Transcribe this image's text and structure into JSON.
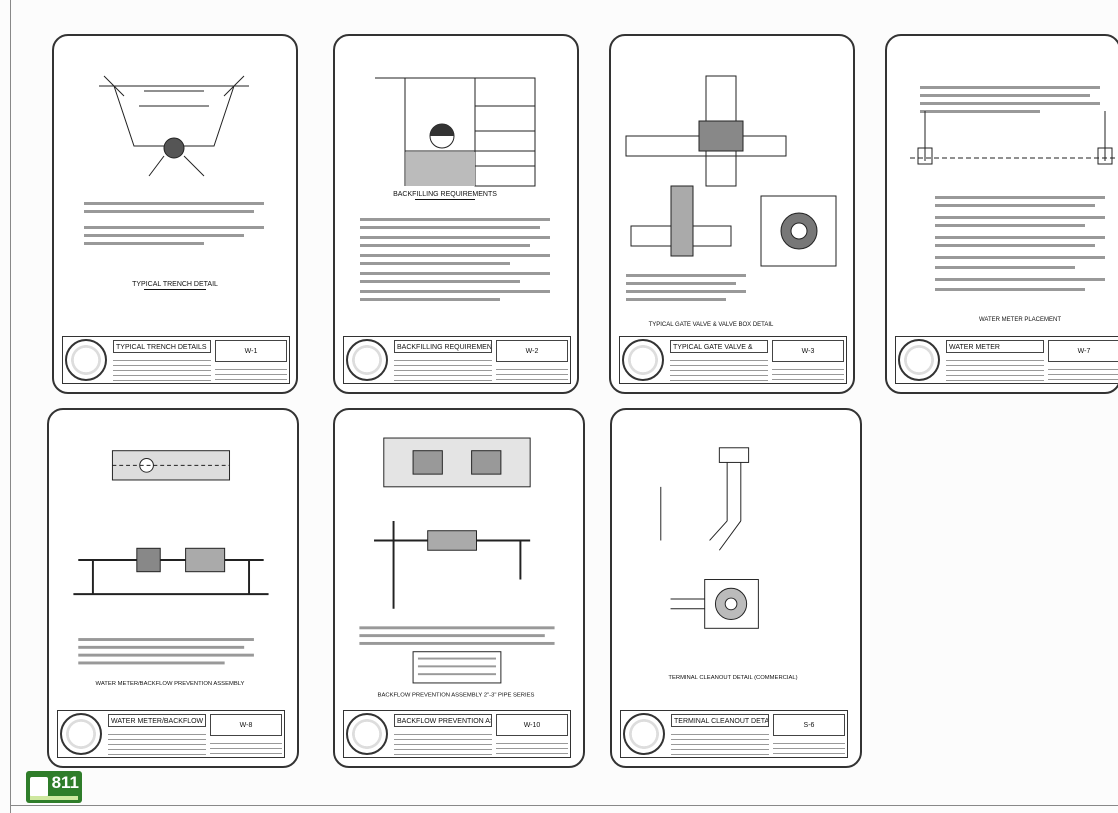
{
  "sheets": [
    {
      "title": "TYPICAL TRENCH DETAILS",
      "number": "W-1",
      "caption": "TYPICAL TRENCH DETAIL"
    },
    {
      "title": "BACKFILLING REQUIREMENTS",
      "number": "W-2",
      "caption": "BACKFILLING REQUIREMENTS"
    },
    {
      "title": "TYPICAL GATE VALVE &",
      "number": "W-3",
      "caption": "TYPICAL GATE VALVE & VALVE BOX DETAIL"
    },
    {
      "title": "WATER METER",
      "number": "W-7",
      "caption": "WATER METER PLACEMENT"
    },
    {
      "title": "WATER METER/BACKFLOW PREVENTER",
      "number": "W-8",
      "caption": "WATER METER/BACKFLOW PREVENTION ASSEMBLY"
    },
    {
      "title": "BACKFLOW PREVENTION ASSEMBLY",
      "number": "W-10",
      "caption": "BACKFLOW PREVENTION ASSEMBLY 2\"-3\" PIPE SERIES"
    },
    {
      "title": "TERMINAL CLEANOUT DETAIL",
      "number": "S-6",
      "caption": "TERMINAL CLEANOUT DETAIL (COMMERCIAL)"
    }
  ],
  "logo": {
    "text": "811",
    "brand_color": "#2f7d2a"
  }
}
